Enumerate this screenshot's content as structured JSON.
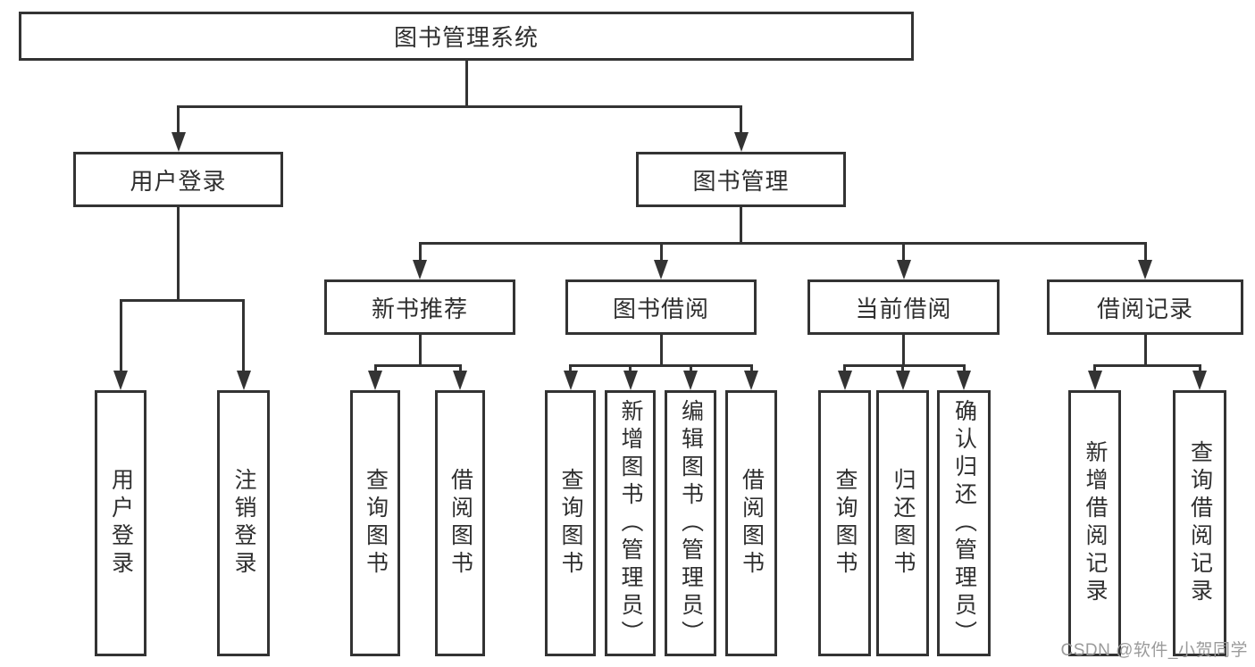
{
  "diagram": {
    "title": "图书管理系统",
    "type": "hierarchy-tree",
    "nodes": {
      "root": {
        "label": "图书管理系统"
      },
      "user_login": {
        "label": "用户登录"
      },
      "book_mgmt": {
        "label": "图书管理"
      },
      "new_rec": {
        "label": "新书推荐"
      },
      "book_borrow": {
        "label": "图书借阅"
      },
      "cur_borrow": {
        "label": "当前借阅"
      },
      "borrow_record": {
        "label": "借阅记录"
      },
      "leaf_user_login": {
        "label": "用户登录"
      },
      "leaf_logout": {
        "label": "注销登录"
      },
      "leaf_query_book_1": {
        "label": "查询图书"
      },
      "leaf_borrow_book_1": {
        "label": "借阅图书"
      },
      "leaf_query_book_2": {
        "label": "查询图书"
      },
      "leaf_add_book": {
        "label": "新增图书（管理员）"
      },
      "leaf_edit_book": {
        "label": "编辑图书（管理员）"
      },
      "leaf_borrow_book_2": {
        "label": "借阅图书"
      },
      "leaf_query_book_3": {
        "label": "查询图书"
      },
      "leaf_return_book": {
        "label": "归还图书"
      },
      "leaf_confirm_return": {
        "label": "确认归还（管理员）"
      },
      "leaf_add_record": {
        "label": "新增借阅记录"
      },
      "leaf_query_record": {
        "label": "查询借阅记录"
      }
    },
    "structure": {
      "label": "图书管理系统",
      "children": [
        {
          "label": "用户登录",
          "children": [
            {
              "label": "用户登录"
            },
            {
              "label": "注销登录"
            }
          ]
        },
        {
          "label": "图书管理",
          "children": [
            {
              "label": "新书推荐",
              "children": [
                {
                  "label": "查询图书"
                },
                {
                  "label": "借阅图书"
                }
              ]
            },
            {
              "label": "图书借阅",
              "children": [
                {
                  "label": "查询图书"
                },
                {
                  "label": "新增图书（管理员）"
                },
                {
                  "label": "编辑图书（管理员）"
                },
                {
                  "label": "借阅图书"
                }
              ]
            },
            {
              "label": "当前借阅",
              "children": [
                {
                  "label": "查询图书"
                },
                {
                  "label": "归还图书"
                },
                {
                  "label": "确认归还（管理员）"
                }
              ]
            },
            {
              "label": "借阅记录",
              "children": [
                {
                  "label": "新增借阅记录"
                },
                {
                  "label": "查询借阅记录"
                }
              ]
            }
          ]
        }
      ]
    }
  },
  "colors": {
    "line": "#333333",
    "text": "#2f2f2f",
    "background": "#ffffff",
    "watermark": "#9b9b9b"
  },
  "watermark": {
    "text": "CSDN @软件_小贺同学"
  }
}
